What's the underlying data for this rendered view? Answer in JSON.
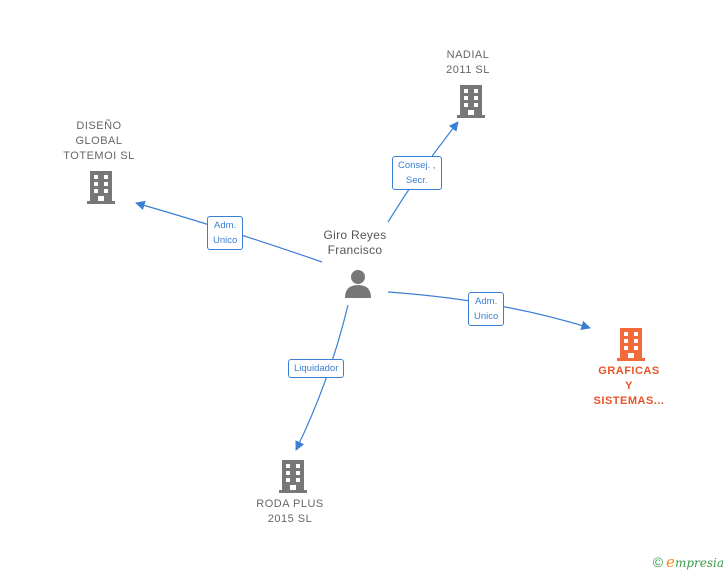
{
  "center": {
    "name": "Giro Reyes\nFrancisco",
    "icon": "person-icon"
  },
  "companies": [
    {
      "id": "nadial",
      "name": "NADIAL\n2011 SL",
      "icon": "building-icon",
      "color": "#777777",
      "relation": "Consej. ,\nSecr."
    },
    {
      "id": "diseno",
      "name": "DISEÑO\nGLOBAL\nTOTEMOI  SL",
      "icon": "building-icon",
      "color": "#777777",
      "relation": "Adm.\nUnico"
    },
    {
      "id": "graficas",
      "name": "GRAFICAS\nY\nSISTEMAS...",
      "icon": "building-icon",
      "color": "#f26a3a",
      "relation": "Adm.\nUnico"
    },
    {
      "id": "roda",
      "name": "RODA PLUS\n2015 SL",
      "icon": "building-icon",
      "color": "#777777",
      "relation": "Liquidador"
    }
  ],
  "edge_color": "#3b7fd4",
  "footer": {
    "copyright": "©",
    "brand_initial": "e",
    "brand_rest": "mpresia"
  }
}
